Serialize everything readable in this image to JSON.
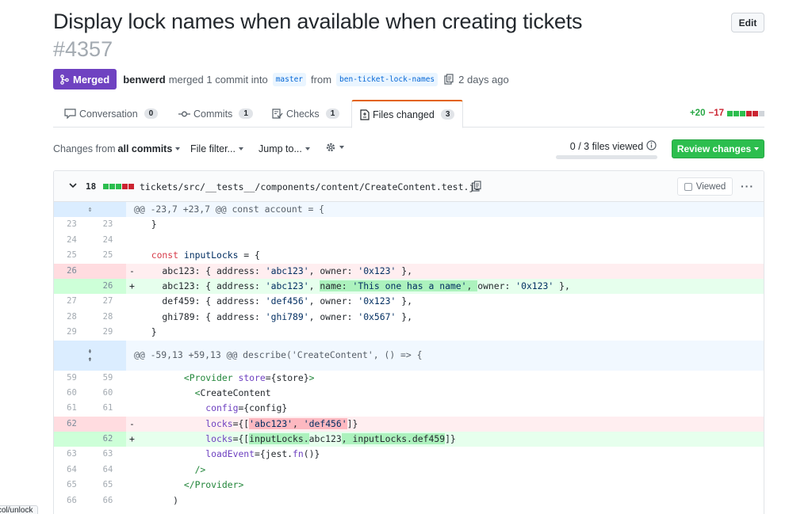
{
  "pr": {
    "title": "Display lock names when available when creating tickets",
    "number": "#4357",
    "edit_label": "Edit",
    "state": "Merged",
    "author": "benwerd",
    "action_text": "merged 1 commit into",
    "base_branch": "master",
    "from_text": "from",
    "head_branch": "ben-ticket-lock-names",
    "time_ago": "2 days ago"
  },
  "tabs": [
    {
      "label": "Conversation",
      "count": "0"
    },
    {
      "label": "Commits",
      "count": "1"
    },
    {
      "label": "Checks",
      "count": "1"
    },
    {
      "label": "Files changed",
      "count": "3",
      "active": true
    }
  ],
  "diffstat": {
    "additions": "+20",
    "deletions": "−17"
  },
  "toolbar": {
    "changes_from_prefix": "Changes from",
    "changes_from_value": "all commits",
    "file_filter": "File filter...",
    "jump_to": "Jump to...",
    "files_viewed": "0 / 3 files viewed",
    "files_viewed_fraction": 0,
    "review_label": "Review changes"
  },
  "file": {
    "changes": "18",
    "path": "tickets/src/__tests__/components/content/CreateContent.test.js",
    "viewed_label": "Viewed",
    "more_label": "···"
  },
  "diff": {
    "hunk1": "@@ -23,7 +23,7 @@ const account = {",
    "hunk2": "@@ -59,13 +59,13 @@ describe('CreateContent', () => {",
    "rows": [
      {
        "o": "23",
        "n": "23"
      },
      {
        "o": "24",
        "n": "24"
      },
      {
        "o": "25",
        "n": "25"
      },
      {
        "o": "26",
        "n": "",
        "mark": "-"
      },
      {
        "o": "",
        "n": "26",
        "mark": "+"
      },
      {
        "o": "27",
        "n": "27"
      },
      {
        "o": "28",
        "n": "28"
      },
      {
        "o": "29",
        "n": "29"
      },
      {
        "o": "59",
        "n": "59"
      },
      {
        "o": "60",
        "n": "60"
      },
      {
        "o": "61",
        "n": "61"
      },
      {
        "o": "62",
        "n": "",
        "mark": "-"
      },
      {
        "o": "",
        "n": "62",
        "mark": "+"
      },
      {
        "o": "63",
        "n": "63"
      },
      {
        "o": "64",
        "n": "64"
      },
      {
        "o": "65",
        "n": "65"
      },
      {
        "o": "66",
        "n": "66"
      }
    ]
  },
  "status_tip": "col/unlock",
  "colors": {
    "merged": "#6f42c1",
    "accent_tab": "#e36209",
    "add": "#28a745",
    "del": "#cb2431"
  }
}
